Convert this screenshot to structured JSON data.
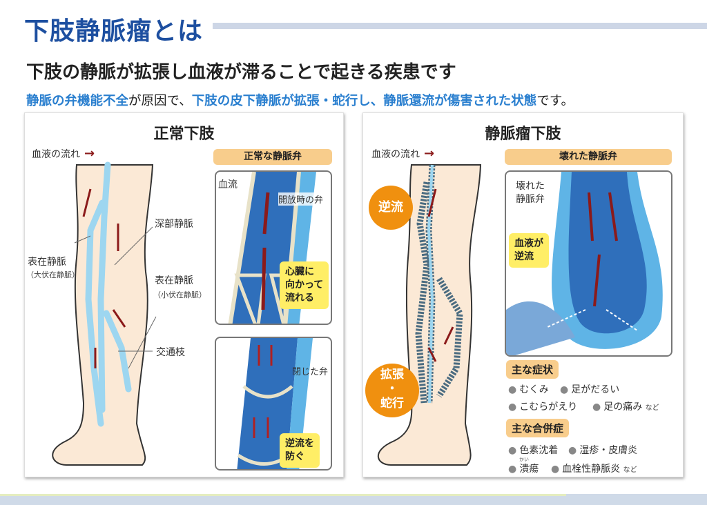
{
  "header": {
    "title": "下肢静脈瘤とは",
    "subtitle": "下肢の静脈が拡張し血液が滞ることで起きる疾患です",
    "desc": {
      "p1": "静脈の弁機能不全",
      "p2": "が原因で、",
      "p3": "下肢の皮下静脈が拡張・蛇行し、",
      "p4": "静脈還流が傷害された状態",
      "p5": "です。"
    }
  },
  "normal": {
    "title": "正常下肢",
    "flow_label": "血液の流れ",
    "arrow": "→",
    "labels": {
      "deep": "深部静脈",
      "sup1": "表在静脈",
      "sup1_sub": "（大伏在静脈）",
      "sup2": "表在静脈",
      "sup2_sub": "（小伏在静脈）",
      "perf": "交通枝"
    },
    "valve_header": "正常な静脈弁",
    "open_flow": "血流",
    "open_valve": "開放時の弁",
    "open_note": [
      "心臓に",
      "向かって",
      "流れる"
    ],
    "closed_valve": "閉じた弁",
    "closed_note": [
      "逆流を",
      "防ぐ"
    ]
  },
  "varicose": {
    "title": "静脈瘤下肢",
    "flow_label": "血液の流れ",
    "arrow": "→",
    "reflux_bubble": "逆流",
    "dilate_bubble": [
      "拡張",
      "・",
      "蛇行"
    ],
    "valve_header": "壊れた静脈弁",
    "broken_valve": [
      "壊れた",
      "静脈弁"
    ],
    "reflux_note": [
      "血液が",
      "逆流"
    ],
    "symptoms_header": "主な症状",
    "symptoms": [
      "むくみ",
      "足がだるい",
      "こむらがえり",
      "足の痛み"
    ],
    "etc": "など",
    "complications_header": "主な合併症",
    "complications": [
      "色素沈着",
      "湿疹・皮膚炎",
      "潰瘍",
      "血栓性静脈炎"
    ],
    "ulcer_ruby": "かい"
  },
  "colors": {
    "title": "#1d4fa0",
    "highlight": "#2a7fcf",
    "header_bg": "#f8cd8c",
    "bubble": "#f0900f",
    "note": "#ffee66",
    "arrow": "#8b1a1a"
  }
}
